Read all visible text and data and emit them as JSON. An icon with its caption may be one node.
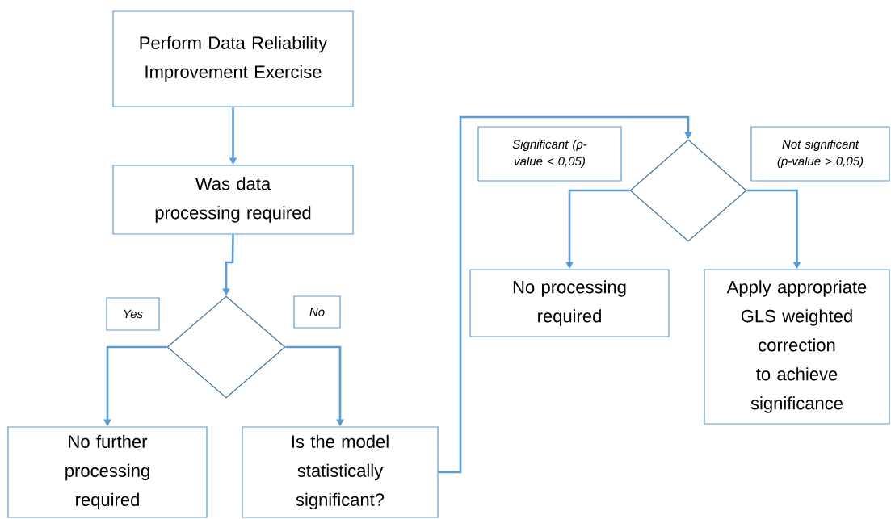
{
  "diagram": {
    "nodes": [
      {
        "text": [
          "Perform Data Reliability Improvement Exercise"
        ]
      },
      {
        "text": [
          "Was data processing required"
        ]
      },
      {
        "text": [],
        "shape": "diamond"
      },
      {
        "text": [
          "Yes"
        ]
      },
      {
        "text": [
          "No"
        ]
      },
      {
        "text": [
          "No further processing required"
        ]
      },
      {
        "text": [
          "Is the model statistically significant?"
        ]
      },
      {
        "text": [
          "Significant (p-value < 0,05)"
        ]
      },
      {
        "text": [],
        "shape": "diamond"
      },
      {
        "text": [
          "Not significant (p-value > 0,05)"
        ]
      },
      {
        "text": [
          "No processing required"
        ]
      },
      {
        "text": [
          "Apply appropriate GLS weighted correction to achieve significance"
        ]
      }
    ],
    "edges": [
      {
        "from": 0,
        "to": 1,
        "arrow": "to"
      },
      {
        "from": 1,
        "to": 2,
        "arrow": "to"
      },
      {
        "from": 2,
        "to": 5,
        "arrow": "to"
      },
      {
        "from": 2,
        "to": 6,
        "arrow": "to"
      },
      {
        "from": 6,
        "to": 8,
        "arrow": "to"
      },
      {
        "from": 8,
        "to": 10,
        "arrow": "to"
      },
      {
        "from": 8,
        "to": 11,
        "arrow": "to"
      }
    ]
  }
}
